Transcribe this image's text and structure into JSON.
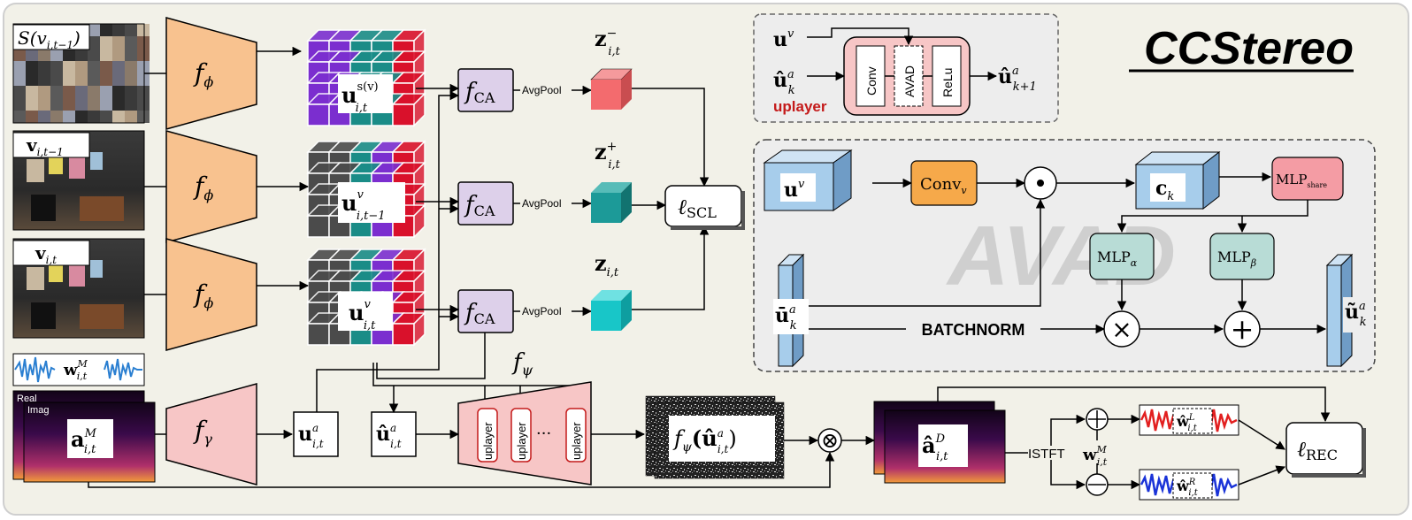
{
  "title": "CCStereo",
  "images": {
    "shuffled_label": "S(v",
    "shuffled_sub": "i,t−1",
    "prev_label": "v",
    "prev_sub": "i,t−1",
    "curr_label": "v",
    "curr_sub": "i,t",
    "waveform_label": "w",
    "waveform_sup": "M",
    "waveform_sub": "i,t",
    "spec_real": "Real",
    "spec_imag": "Imag",
    "spec_label": "a",
    "spec_sup": "M",
    "spec_sub": "i,t"
  },
  "encoders": {
    "visual": "f",
    "visual_sub": "ϕ",
    "audio": "f",
    "audio_sub": "γ",
    "decoder": "f",
    "decoder_sub": "ψ"
  },
  "features": {
    "u_s_main": "u",
    "u_s_sup": "s(v)",
    "u_s_sub": "i,t",
    "u_prev_main": "u",
    "u_prev_sup": "v",
    "u_prev_sub": "i,t−1",
    "u_curr_main": "u",
    "u_curr_sup": "v",
    "u_curr_sub": "i,t",
    "ua_main": "u",
    "ua_sup": "a",
    "ua_sub": "i,t",
    "uhat_main": "û",
    "uhat_sup": "a",
    "uhat_sub": "i,t"
  },
  "fca": {
    "label": "f",
    "sub": "CA",
    "avgpool": "AvgPool"
  },
  "z": {
    "neg_main": "z",
    "neg_sup": "−",
    "neg_sub": "i,t",
    "pos_main": "z",
    "pos_sup": "+",
    "pos_sub": "i,t",
    "anc_main": "z",
    "anc_sub": "i,t"
  },
  "loss_scl": {
    "main": "ℓ",
    "sub": "SCL"
  },
  "loss_rec": {
    "main": "ℓ",
    "sub": "REC"
  },
  "uplayer_blocks": [
    "uplayer",
    "uplayer",
    "uplayer"
  ],
  "ellipsis": "···",
  "decoder_output": {
    "main": "f",
    "sub": "ψ",
    "arg": "(û",
    "arg_sup": "a",
    "arg_sub": "i,t",
    "close": ")"
  },
  "multiply": "⊗",
  "ad": {
    "main": "â",
    "sup": "D",
    "sub": "i,t"
  },
  "istft": "ISTFT",
  "wm": {
    "main": "w",
    "sup": "M",
    "sub": "i,t"
  },
  "wl": {
    "main": "ŵ",
    "sup": "L",
    "sub": "i,t"
  },
  "wr": {
    "main": "ŵ",
    "sup": "R",
    "sub": "i,t"
  },
  "uplayer_panel": {
    "uv_main": "u",
    "uv_sup": "v",
    "uk_main": "û",
    "uk_sup": "a",
    "uk_sub": "k",
    "out_main": "û",
    "out_sup": "a",
    "out_sub": "k+1",
    "conv": "Conv",
    "avad": "AVAD",
    "relu": "ReLu",
    "caption": "uplayer"
  },
  "avad_panel": {
    "watermark": "AVAD",
    "uv_main": "u",
    "uv_sup": "v",
    "conv": "Conv",
    "conv_sub": "v",
    "odot": "⊙",
    "ck_main": "c",
    "ck_sub": "k",
    "mlp_share": "MLP",
    "mlp_share_sub": "share",
    "mlp_alpha": "MLP",
    "mlp_alpha_sub": "α",
    "mlp_beta": "MLP",
    "mlp_beta_sub": "β",
    "ubar_main": "ū",
    "ubar_sup": "a",
    "ubar_sub": "k",
    "batchnorm": "BATCHNORM",
    "times": "×",
    "plus": "+",
    "utilde_main": "ũ",
    "utilde_sup": "a",
    "utilde_sub": "k"
  },
  "colors": {
    "panel_bg": "#f2f1e8",
    "encoder": "#f8c28f",
    "audio_encoder": "#f7c6c6",
    "fca": "#ddd0ea",
    "cube_neg": "#f36b6e",
    "cube_pos": "#1c9a98",
    "cube_anc": "#18c6c8",
    "feat_purple": "#7b2ecf",
    "feat_teal": "#1a8c87",
    "feat_red": "#d9112b",
    "feat_gray": "#4b4b4b",
    "conv_v": "#f6a94a",
    "mlp_share": "#f49ca4",
    "mlp_ab": "#b8dcd6",
    "blue_block": "#a7cdeb",
    "uplayer_red": "#c41a1a"
  }
}
